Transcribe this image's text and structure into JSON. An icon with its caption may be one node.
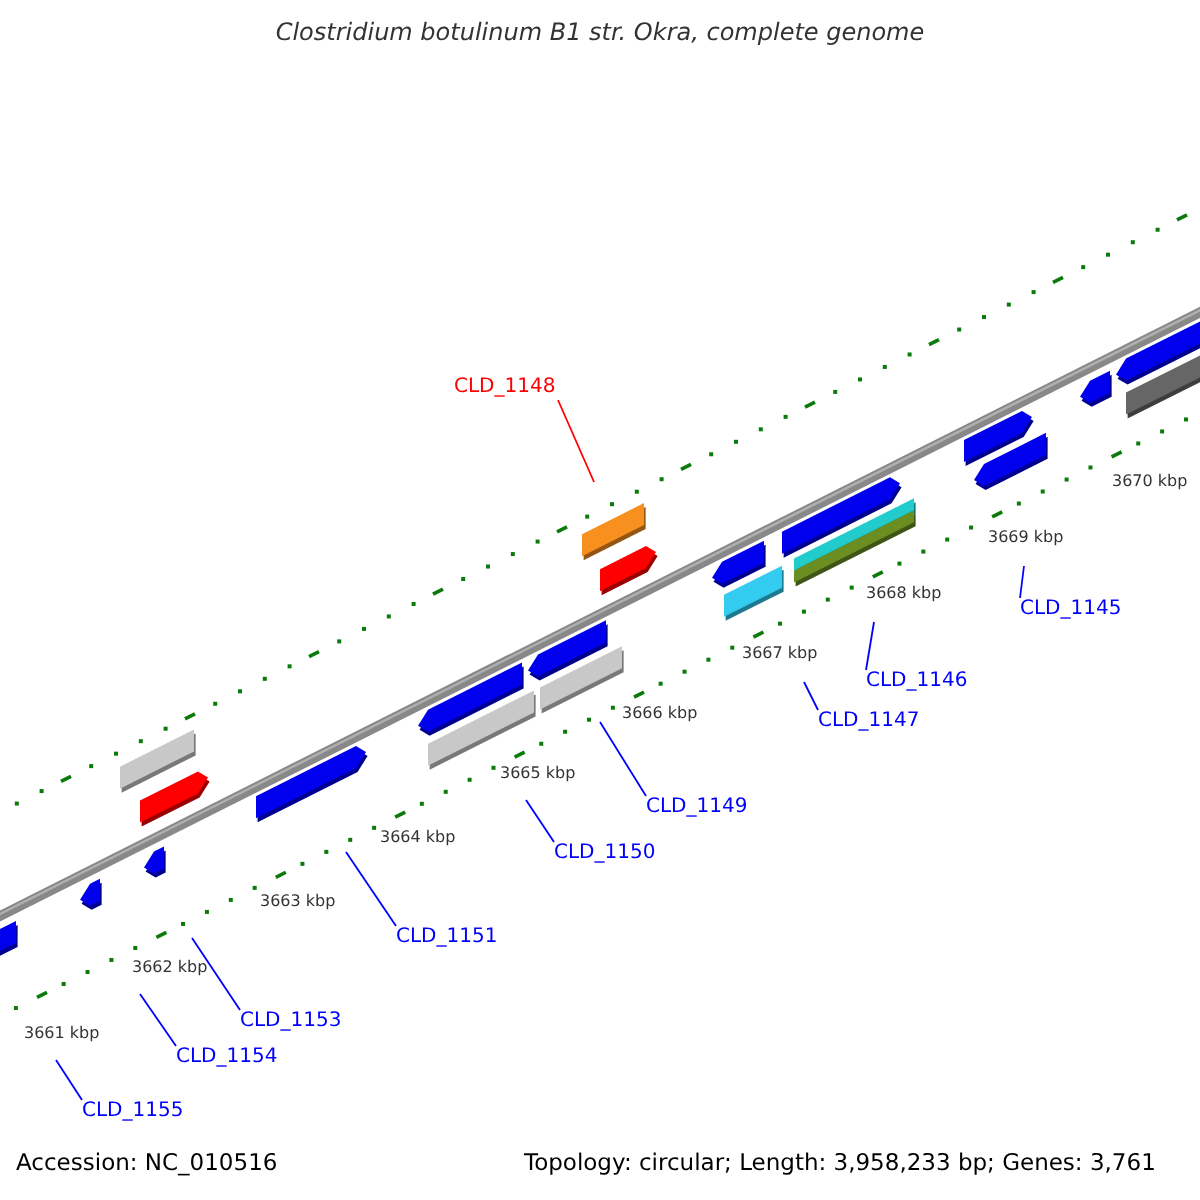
{
  "diagram": {
    "title": "Clostridium botulinum B1 str. Okra, complete genome",
    "nodes": [
      {
        "text": [
          "CLD_1148"
        ]
      },
      {
        "text": [
          "CLD_1145"
        ]
      },
      {
        "text": [
          "CLD_1146"
        ]
      },
      {
        "text": [
          "CLD_1147"
        ]
      },
      {
        "text": [
          "CLD_1149"
        ]
      },
      {
        "text": [
          "CLD_1150"
        ]
      },
      {
        "text": [
          "CLD_1151"
        ]
      },
      {
        "text": [
          "CLD_1153"
        ]
      },
      {
        "text": [
          "CLD_1154"
        ]
      },
      {
        "text": [
          "CLD_1155"
        ]
      }
    ],
    "edges": [
      {
        "from": 0,
        "to": null,
        "arrow": "none",
        "color": "#ff0000"
      },
      {
        "from": 1,
        "to": null,
        "arrow": "none"
      },
      {
        "from": 2,
        "to": null,
        "arrow": "none"
      },
      {
        "from": 3,
        "to": null,
        "arrow": "none"
      },
      {
        "from": 4,
        "to": null,
        "arrow": "none"
      },
      {
        "from": 5,
        "to": null,
        "arrow": "none"
      },
      {
        "from": 6,
        "to": null,
        "arrow": "none"
      },
      {
        "from": 7,
        "to": null,
        "arrow": "none"
      },
      {
        "from": 8,
        "to": null,
        "arrow": "none"
      },
      {
        "from": 9,
        "to": null,
        "arrow": "none"
      }
    ],
    "labels": [
      "3661 kbp",
      "3662 kbp",
      "3663 kbp",
      "3664 kbp",
      "3665 kbp",
      "3666 kbp",
      "3667 kbp",
      "3668 kbp",
      "3669 kbp",
      "3670 kbp",
      "Accession: NC_010516",
      "Topology: circular; Length: 3,958,233 bp; Genes: 3,761"
    ]
  }
}
